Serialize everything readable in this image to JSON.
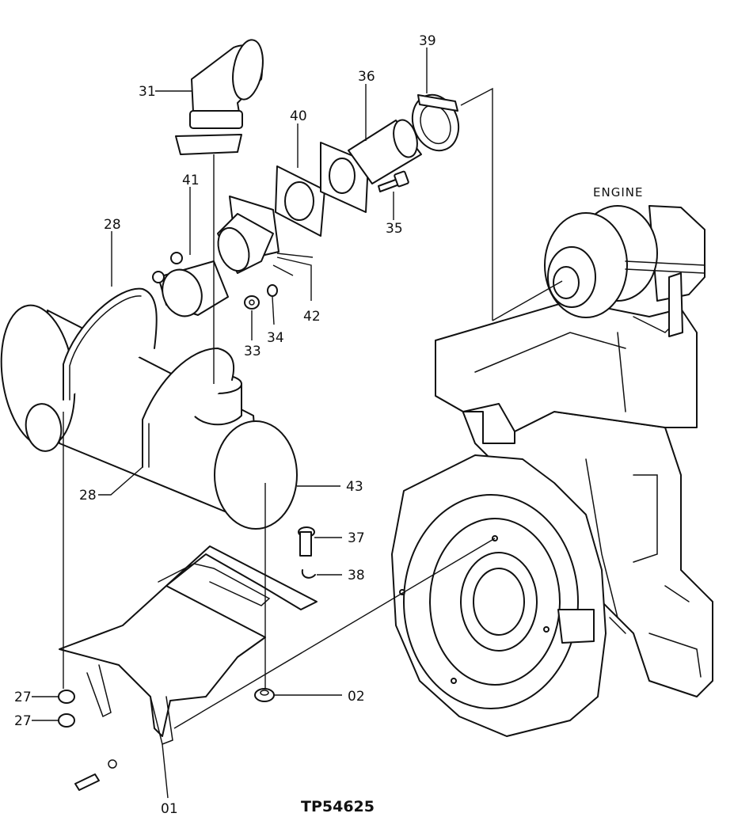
{
  "drawing_number": "TP54625",
  "engine_label": "ENGINE",
  "callouts": [
    {
      "id": "c31",
      "label": "31"
    },
    {
      "id": "c39",
      "label": "39"
    },
    {
      "id": "c36",
      "label": "36"
    },
    {
      "id": "c40",
      "label": "40"
    },
    {
      "id": "c41",
      "label": "41"
    },
    {
      "id": "c28a",
      "label": "28"
    },
    {
      "id": "c35",
      "label": "35"
    },
    {
      "id": "c42",
      "label": "42"
    },
    {
      "id": "c33",
      "label": "33"
    },
    {
      "id": "c34",
      "label": "34"
    },
    {
      "id": "c28b",
      "label": "28"
    },
    {
      "id": "c43",
      "label": "43"
    },
    {
      "id": "c37",
      "label": "37"
    },
    {
      "id": "c38",
      "label": "38"
    },
    {
      "id": "c27a",
      "label": "27"
    },
    {
      "id": "c27b",
      "label": "27"
    },
    {
      "id": "c02",
      "label": "02"
    },
    {
      "id": "c01",
      "label": "01"
    }
  ]
}
